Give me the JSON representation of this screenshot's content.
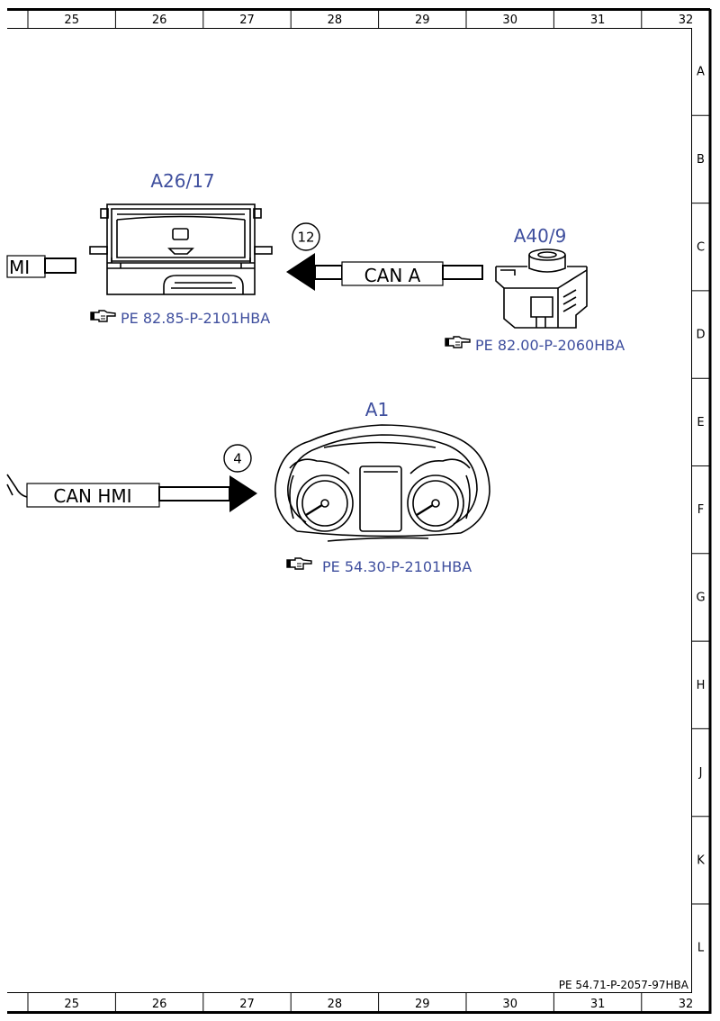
{
  "grid": {
    "columns": [
      "25",
      "26",
      "27",
      "28",
      "29",
      "30",
      "31",
      "32"
    ],
    "rows": [
      "A",
      "B",
      "C",
      "D",
      "E",
      "F",
      "G",
      "H",
      "J",
      "K",
      "L"
    ]
  },
  "document_id": "PE 54.71-P-2057-97HBA",
  "components": {
    "a26_17": {
      "label": "A26/17",
      "ref": "PE 82.85-P-2101HBA",
      "ref_icon": "pointing-hand-icon"
    },
    "a40_9": {
      "label": "A40/9",
      "ref": "PE 82.00-P-2060HBA",
      "ref_icon": "pointing-hand-icon"
    },
    "a1": {
      "label": "A1",
      "ref": "PE 54.30-P-2101HBA",
      "ref_icon": "pointing-hand-icon"
    }
  },
  "wires": {
    "hmi_left": "MI",
    "can_a": "CAN A",
    "can_hmi": "CAN HMI"
  },
  "connection_numbers": {
    "can_a": "12",
    "can_hmi": "4"
  },
  "colors": {
    "label_blue": "#3f4f9e",
    "line": "#000000"
  }
}
